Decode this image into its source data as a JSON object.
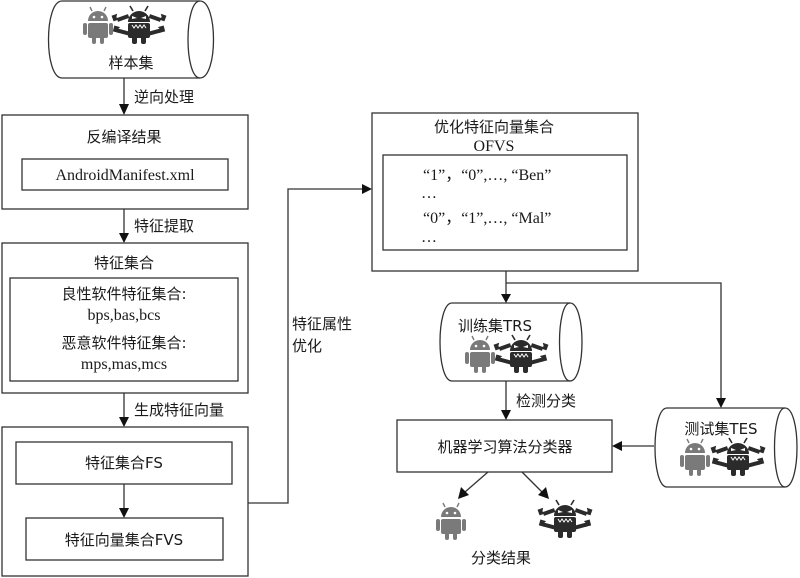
{
  "sample_set": {
    "label": "样本集",
    "icons": [
      "android-benign-icon",
      "android-malware-icon"
    ]
  },
  "edge_reverse": "逆向处理",
  "decompile": {
    "title": "反编译结果",
    "file": "AndroidManifest.xml"
  },
  "edge_extract": "特征提取",
  "feature_set": {
    "title": "特征集合",
    "benign_label": "良性软件特征集合:",
    "benign_values": "bps,bas,bcs",
    "malicious_label": "恶意软件特征集合:",
    "malicious_values": "mps,mas,mcs"
  },
  "edge_generate": "生成特征向量",
  "vector_group": {
    "fs": "特征集合FS",
    "fvs": "特征向量集合FVS"
  },
  "edge_optimize": {
    "line1": "特征属性",
    "line2": "优化"
  },
  "ofvs": {
    "title": "优化特征向量集合",
    "subtitle": "OFVS",
    "row1": "“1”，“0”,…, “Ben”",
    "ellipsis1": "…",
    "row2": "“0”，“1”,…, “Mal”",
    "ellipsis2": "…"
  },
  "training_set": {
    "label": "训练集TRS",
    "icons": [
      "android-benign-icon",
      "android-malware-icon"
    ]
  },
  "edge_detect": "检测分类",
  "classifier": {
    "label": "机器学习算法分类器"
  },
  "test_set": {
    "label": "测试集TES",
    "icons": [
      "android-benign-icon",
      "android-malware-icon"
    ]
  },
  "result": {
    "label": "分类结果",
    "icons": [
      "android-benign-icon",
      "android-malware-icon"
    ]
  },
  "colors": {
    "benign": "#7a7a7a",
    "malware": "#2b2b2b",
    "stroke": "#333333"
  }
}
